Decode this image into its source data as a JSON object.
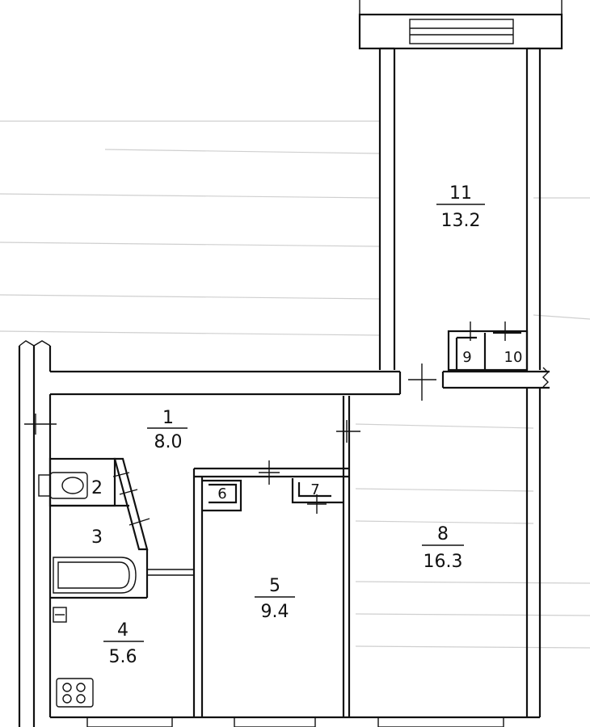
{
  "rooms": [
    {
      "number": "1",
      "area": "8.0"
    },
    {
      "number": "2",
      "area": ""
    },
    {
      "number": "3",
      "area": ""
    },
    {
      "number": "4",
      "area": "5.6"
    },
    {
      "number": "5",
      "area": "9.4"
    },
    {
      "number": "6",
      "area": ""
    },
    {
      "number": "7",
      "area": ""
    },
    {
      "number": "8",
      "area": "16.3"
    },
    {
      "number": "9",
      "area": ""
    },
    {
      "number": "10",
      "area": ""
    },
    {
      "number": "11",
      "area": "13.2"
    }
  ]
}
